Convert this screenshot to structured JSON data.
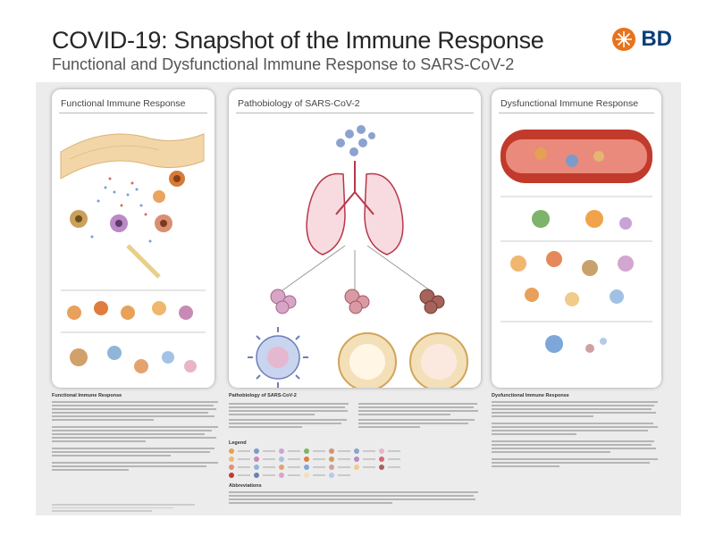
{
  "header": {
    "title": "COVID-19: Snapshot of the Immune Response",
    "subtitle": "Functional and Dysfunctional Immune Response to SARS-CoV-2",
    "logo_text": "BD"
  },
  "panels": {
    "functional": {
      "title": "Functional Immune Response"
    },
    "pathobiology": {
      "title": "Pathobiology of SARS-CoV-2"
    },
    "dysfunctional": {
      "title": "Dysfunctional Immune Response"
    }
  },
  "bottom": {
    "functional_heading": "Functional Immune Response",
    "pathobiology_heading": "Pathobiology of SARS-CoV-2",
    "dysfunctional_heading": "Dysfunctional Immune Response",
    "legend_label": "Legend",
    "abbreviations_label": "Abbreviations"
  },
  "colors": {
    "brand_orange": "#e8731c",
    "brand_blue": "#0a3e7a",
    "panel_bg": "#ffffff",
    "band_bg": "#ececec",
    "lung_red": "#b9364a",
    "vessel_red": "#c23a2b"
  },
  "icons": [
    "bd-logo-mark",
    "lung-illustration",
    "virus-particle",
    "blood-vessel",
    "immune-cell"
  ]
}
